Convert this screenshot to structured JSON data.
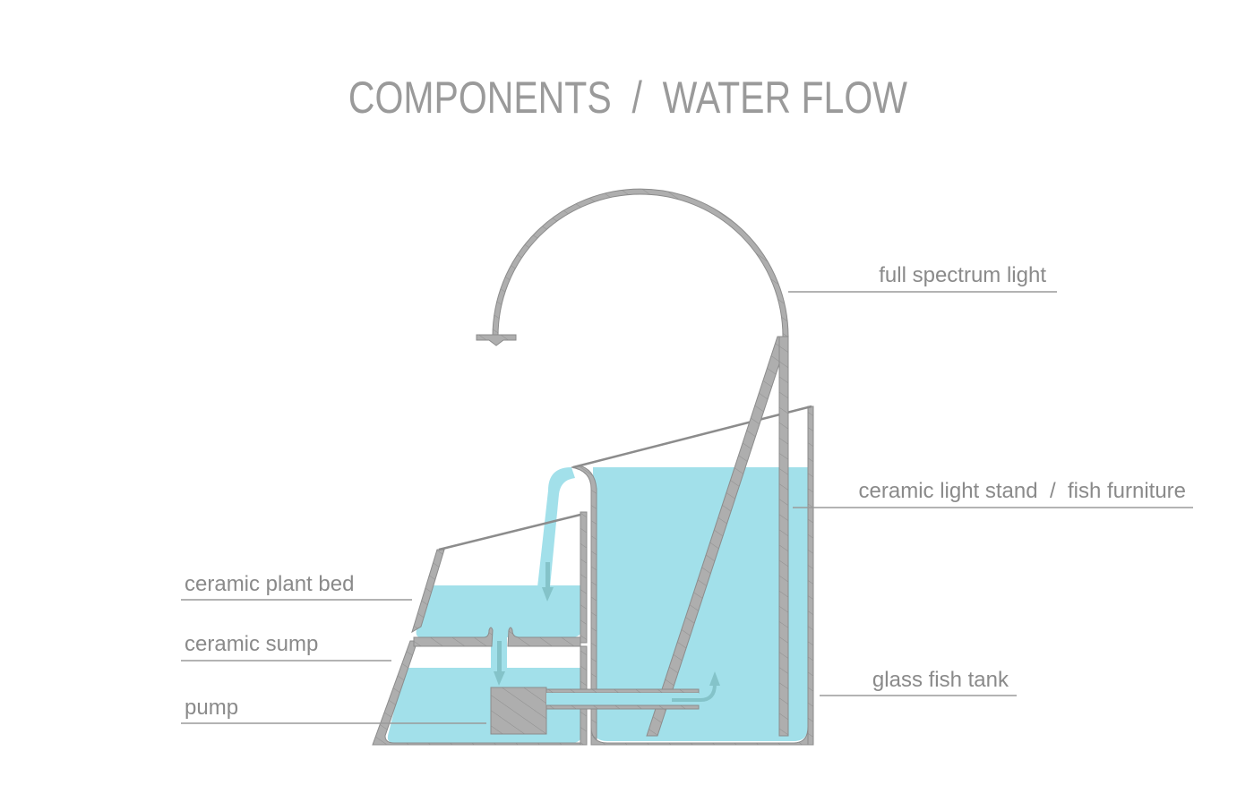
{
  "title": "COMPONENTS  /  WATER FLOW",
  "colors": {
    "water": "#a2e0ea",
    "wall": "#aeaeae",
    "wall_stroke": "#8c8c8c",
    "flow_arrow": "#84c3c9",
    "label_text": "#8a8a8a",
    "leader_line": "#9a9a9a"
  },
  "labels": {
    "full_spectrum_light": "full spectrum light",
    "light_stand": "ceramic light stand  /  fish furniture",
    "plant_bed": "ceramic plant bed",
    "sump": "ceramic sump",
    "pump": "pump",
    "fish_tank": "glass fish tank"
  },
  "components": [
    {
      "id": "full_spectrum_light",
      "side": "right"
    },
    {
      "id": "light_stand",
      "side": "right"
    },
    {
      "id": "fish_tank",
      "side": "right"
    },
    {
      "id": "plant_bed",
      "side": "left"
    },
    {
      "id": "sump",
      "side": "left"
    },
    {
      "id": "pump",
      "side": "left"
    }
  ],
  "flow_arrows": [
    "overflow-to-plant-bed",
    "plant-bed-to-sump",
    "pump-outlet-into-tank"
  ]
}
